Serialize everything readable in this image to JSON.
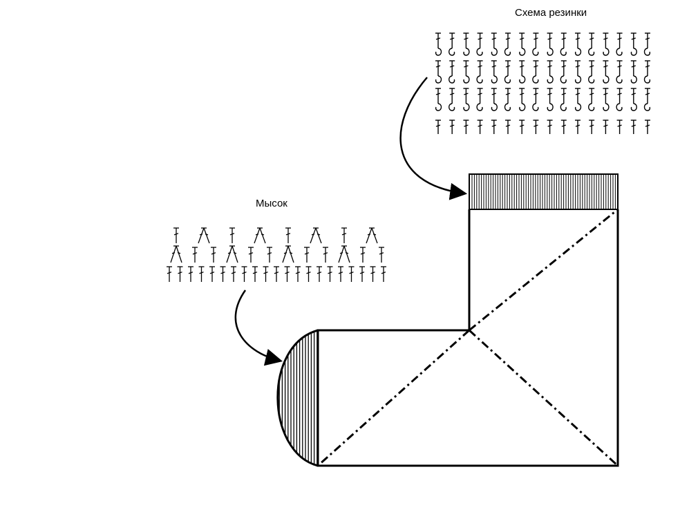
{
  "labels": {
    "rib_scheme": "Схема резинки",
    "toe": "Мысок"
  },
  "rib_chart": {
    "columns": 16,
    "hook_rows": 3,
    "base_rows": 1,
    "symbols": [
      "post-stitch",
      "double-crochet"
    ]
  },
  "toe_chart": {
    "top_row": "single-crochet and shell pattern",
    "rows": 3
  },
  "colors": {
    "line": "#000000",
    "background": "#ffffff"
  }
}
